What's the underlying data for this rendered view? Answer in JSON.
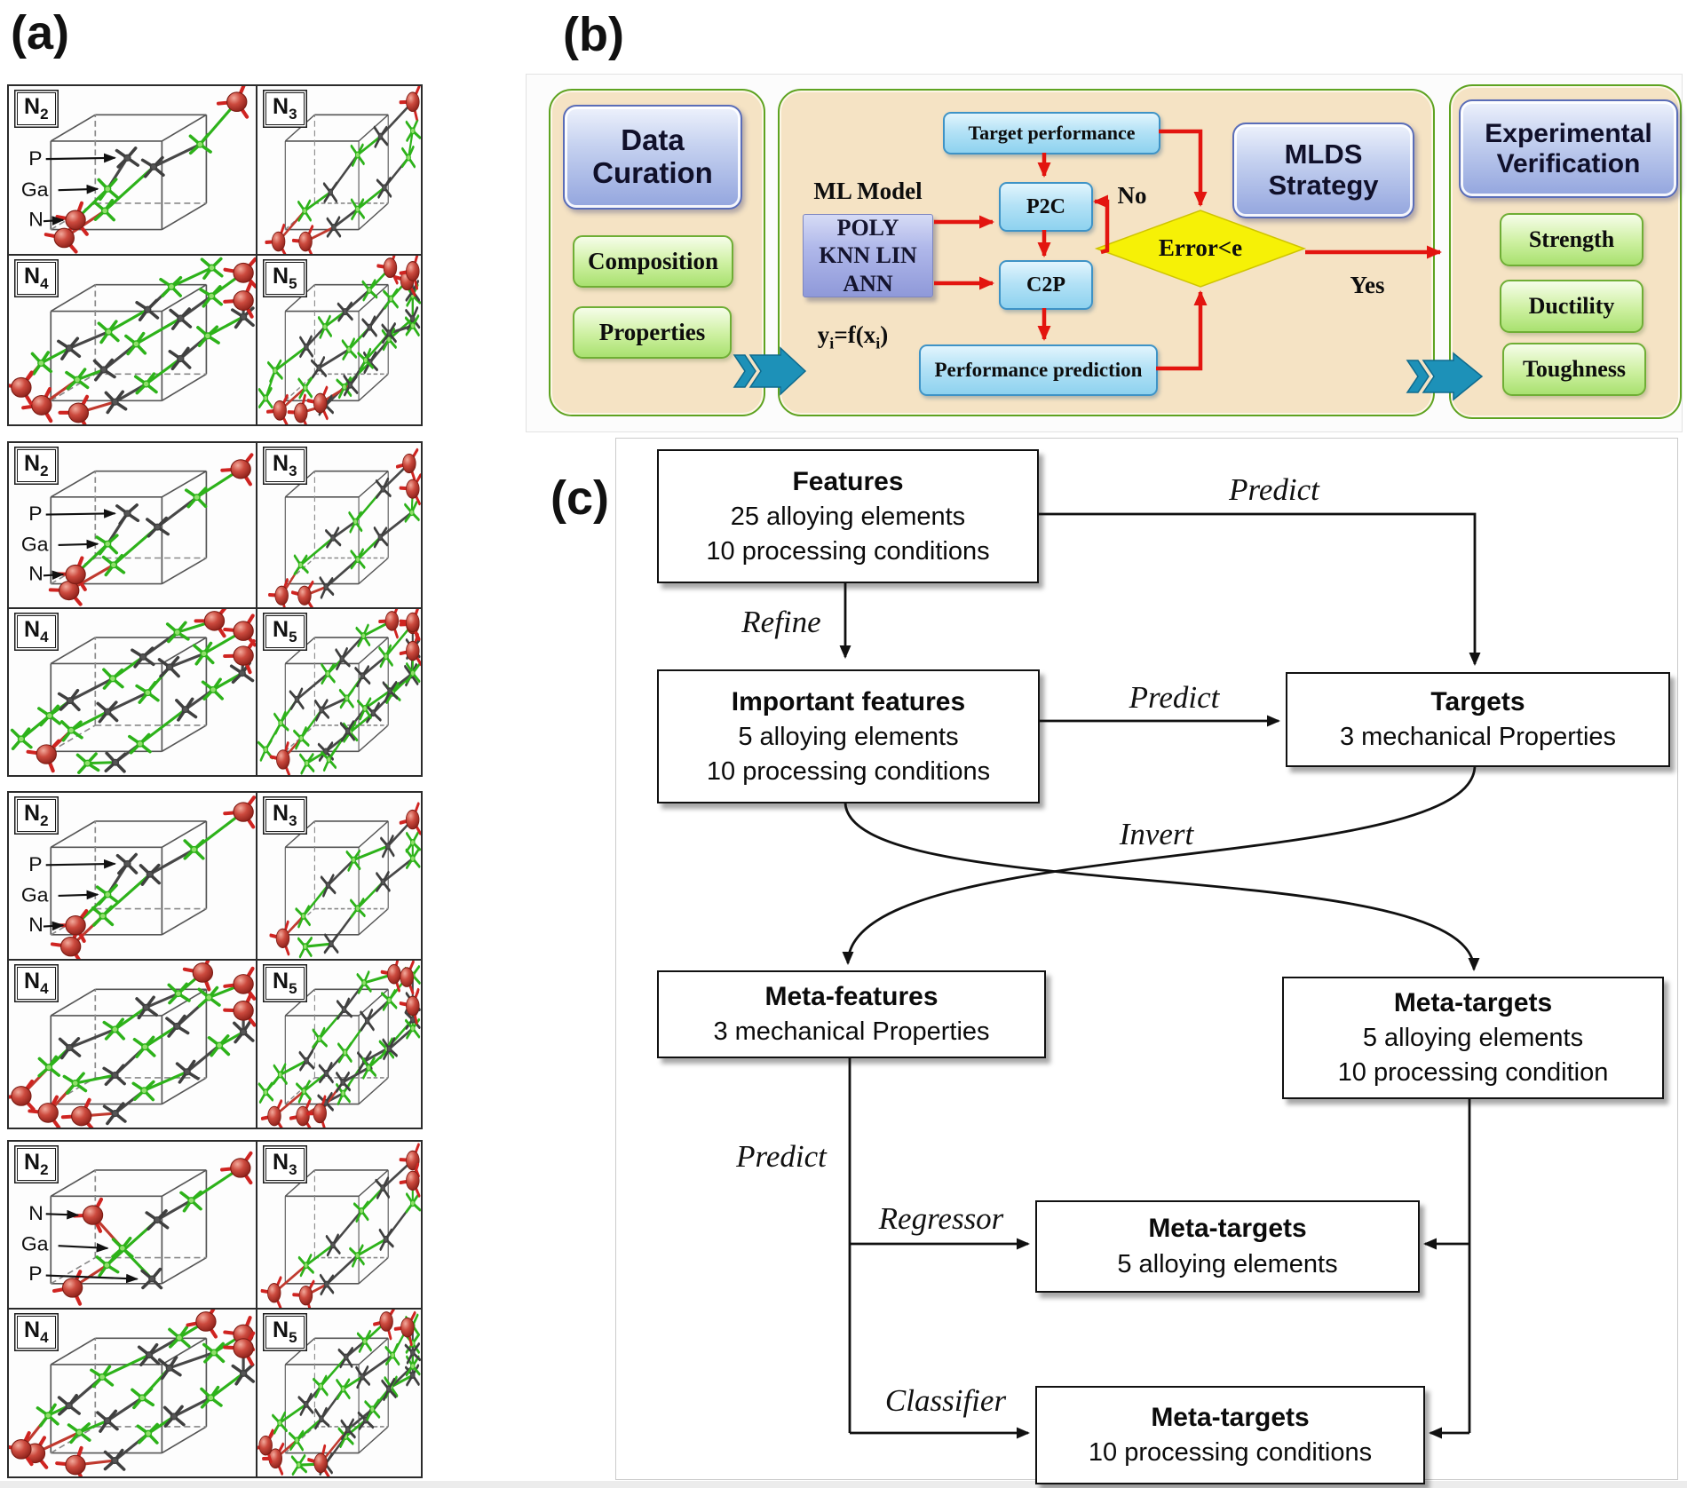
{
  "colors": {
    "section_tan": "#f5e3c4",
    "section_border_green": "#5ea321",
    "green_box": "#a9e170",
    "blue_box": "#93a5de",
    "cyan_box": "#8ed2ef",
    "purple_box": "#8f99d9",
    "diamond_yellow": "#f6f106",
    "arrow_red": "#e3150f",
    "arrow_teal": "#1d91b8",
    "atom_red": "#c44136",
    "atom_green": "#2db21a",
    "atom_gray": "#3f3f3f"
  },
  "panel_a": {
    "label": "(a)",
    "groups": [
      {
        "atom_labels": [
          "P",
          "Ga",
          "N"
        ],
        "cells": [
          {
            "tag": "N",
            "sub": "2",
            "density": 1
          },
          {
            "tag": "N",
            "sub": "3",
            "density": 2
          },
          {
            "tag": "N",
            "sub": "4",
            "density": 3
          },
          {
            "tag": "N",
            "sub": "5",
            "density": 4
          }
        ]
      },
      {
        "atom_labels": [
          "P",
          "Ga",
          "N"
        ],
        "cells": [
          {
            "tag": "N",
            "sub": "2",
            "density": 1
          },
          {
            "tag": "N",
            "sub": "3",
            "density": 2
          },
          {
            "tag": "N",
            "sub": "4",
            "density": 3
          },
          {
            "tag": "N",
            "sub": "5",
            "density": 4
          }
        ]
      },
      {
        "atom_labels": [
          "P",
          "Ga",
          "N"
        ],
        "cells": [
          {
            "tag": "N",
            "sub": "2",
            "density": 1
          },
          {
            "tag": "N",
            "sub": "3",
            "density": 2
          },
          {
            "tag": "N",
            "sub": "4",
            "density": 3
          },
          {
            "tag": "N",
            "sub": "5",
            "density": 4
          }
        ]
      },
      {
        "atom_labels": [
          "N",
          "Ga",
          "P"
        ],
        "cells": [
          {
            "tag": "N",
            "sub": "2",
            "density": 1
          },
          {
            "tag": "N",
            "sub": "3",
            "density": 2
          },
          {
            "tag": "N",
            "sub": "4",
            "density": 3
          },
          {
            "tag": "N",
            "sub": "5",
            "density": 4
          }
        ]
      }
    ]
  },
  "panel_b": {
    "label": "(b)",
    "curation": {
      "title": [
        "Data",
        "Curation"
      ],
      "item1": "Composition",
      "item2": "Properties"
    },
    "ml": {
      "model_caption": "ML Model",
      "model_lines": [
        "POLY",
        "KNN LIN",
        "ANN"
      ],
      "formula": {
        "base": "y",
        "sub1": "i",
        "mid": "=f(x",
        "sub2": "i",
        "end": ")"
      },
      "target_perf": "Target performance",
      "p2c": "P2C",
      "c2p": "C2P",
      "perf_pred": "Performance prediction",
      "decision": "Error<e",
      "no": "No",
      "yes": "Yes",
      "strategy": [
        "MLDS",
        "Strategy"
      ]
    },
    "verification": {
      "title": [
        "Experimental",
        "Verification"
      ],
      "items": [
        "Strength",
        "Ductility",
        "Toughness"
      ]
    }
  },
  "panel_c": {
    "label": "(c)",
    "boxes": {
      "features": {
        "title": "Features",
        "lines": [
          "25 alloying elements",
          "10 processing conditions"
        ]
      },
      "important": {
        "title": "Important features",
        "lines": [
          "5 alloying elements",
          "10 processing conditions"
        ]
      },
      "targets": {
        "title": "Targets",
        "lines": [
          "3 mechanical Properties"
        ]
      },
      "meta_features": {
        "title": "Meta-features",
        "lines": [
          "3 mechanical Properties"
        ]
      },
      "meta_targets": {
        "title": "Meta-targets",
        "lines": [
          "5 alloying elements",
          "10 processing condition"
        ]
      },
      "meta_targets_reg": {
        "title": "Meta-targets",
        "lines": [
          "5 alloying elements"
        ]
      },
      "meta_targets_cls": {
        "title": "Meta-targets",
        "lines": [
          "10 processing conditions"
        ]
      }
    },
    "edge_labels": {
      "refine": "Refine",
      "predict_top": "Predict",
      "predict_mid": "Predict",
      "invert": "Invert",
      "predict_left": "Predict",
      "regressor": "Regressor",
      "classifier": "Classifier"
    }
  }
}
